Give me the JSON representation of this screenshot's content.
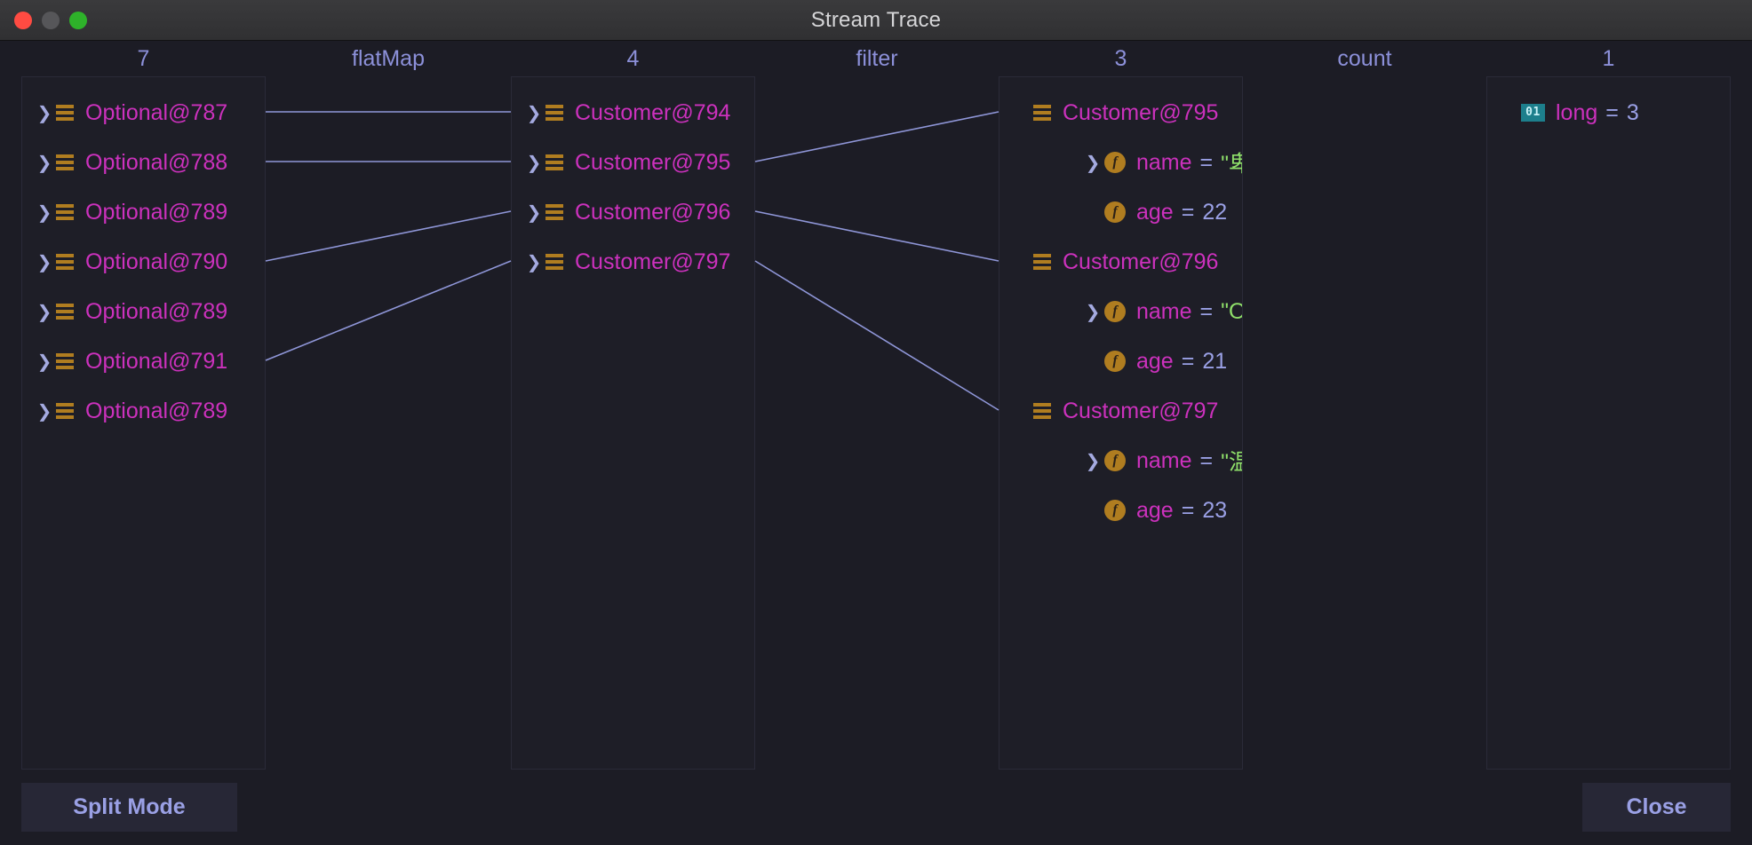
{
  "window": {
    "title": "Stream Trace",
    "traffic_lights": [
      {
        "name": "close",
        "color": "#ff4b42"
      },
      {
        "name": "minimize",
        "color": "#565659"
      },
      {
        "name": "maximize",
        "color": "#2eb22a"
      }
    ]
  },
  "colors": {
    "background": "#1c1c25",
    "panel": "#1e1e27",
    "panel_border": "#2a2a38",
    "header_text": "#8c90d9",
    "reference": "#cc31bd",
    "string_value": "#8fe06a",
    "number_value": "#9aa0e5",
    "object_icon": "#b07d20",
    "primitive_icon": "#1d7f8c",
    "wire": "#8f96d8",
    "button_bg": "#272736",
    "button_text": "#9aa0e5"
  },
  "headers": [
    {
      "label": "7",
      "kind": "count"
    },
    {
      "label": "flatMap",
      "kind": "operation"
    },
    {
      "label": "4",
      "kind": "count"
    },
    {
      "label": "filter",
      "kind": "operation"
    },
    {
      "label": "3",
      "kind": "count"
    },
    {
      "label": "count",
      "kind": "operation"
    },
    {
      "label": "1",
      "kind": "count"
    }
  ],
  "panels": [
    {
      "name": "source-panel",
      "rows": [
        {
          "icon": "object-icon",
          "expandable": true,
          "text": "Optional@787"
        },
        {
          "icon": "object-icon",
          "expandable": true,
          "text": "Optional@788"
        },
        {
          "icon": "object-icon",
          "expandable": true,
          "text": "Optional@789"
        },
        {
          "icon": "object-icon",
          "expandable": true,
          "text": "Optional@790"
        },
        {
          "icon": "object-icon",
          "expandable": true,
          "text": "Optional@789"
        },
        {
          "icon": "object-icon",
          "expandable": true,
          "text": "Optional@791"
        },
        {
          "icon": "object-icon",
          "expandable": true,
          "text": "Optional@789"
        }
      ]
    },
    {
      "name": "flatmap-result-panel",
      "rows": [
        {
          "icon": "object-icon",
          "expandable": true,
          "text": "Customer@794"
        },
        {
          "icon": "object-icon",
          "expandable": true,
          "text": "Customer@795"
        },
        {
          "icon": "object-icon",
          "expandable": true,
          "text": "Customer@796"
        },
        {
          "icon": "object-icon",
          "expandable": true,
          "text": "Customer@797"
        }
      ]
    },
    {
      "name": "filter-result-panel",
      "rows": [
        {
          "icon": "object-icon",
          "expandable": false,
          "text": "Customer@795",
          "indent": 0
        },
        {
          "icon": "field-icon",
          "expandable": true,
          "field": "name",
          "eq": "=",
          "value": "\"卑微的",
          "value_type": "string",
          "indent": 1
        },
        {
          "icon": "field-icon",
          "expandable": false,
          "field": "age",
          "eq": "=",
          "value": "22",
          "value_type": "number",
          "indent": 1
        },
        {
          "icon": "object-icon",
          "expandable": false,
          "text": "Customer@796",
          "indent": 0
        },
        {
          "icon": "field-icon",
          "expandable": true,
          "field": "name",
          "eq": "=",
          "value": "\"OOT\"",
          "value_type": "string",
          "indent": 1
        },
        {
          "icon": "field-icon",
          "expandable": false,
          "field": "age",
          "eq": "=",
          "value": "21",
          "value_type": "number",
          "indent": 1
        },
        {
          "icon": "object-icon",
          "expandable": false,
          "text": "Customer@797",
          "indent": 0
        },
        {
          "icon": "field-icon",
          "expandable": true,
          "field": "name",
          "eq": "=",
          "value": "\"温柔一",
          "value_type": "string",
          "indent": 1
        },
        {
          "icon": "field-icon",
          "expandable": false,
          "field": "age",
          "eq": "=",
          "value": "23",
          "value_type": "number",
          "indent": 1
        }
      ]
    },
    {
      "name": "count-result-panel",
      "rows": [
        {
          "icon": "primitive-icon",
          "icon_label": "01",
          "expandable": false,
          "field": "long",
          "eq": "=",
          "value": "3",
          "value_type": "number",
          "indent": 0
        }
      ]
    }
  ],
  "connections": {
    "flatmap": [
      {
        "from_row": 0,
        "to_row": 0
      },
      {
        "from_row": 1,
        "to_row": 1
      },
      {
        "from_row": 3,
        "to_row": 2
      },
      {
        "from_row": 5,
        "to_row": 3
      }
    ],
    "filter": [
      {
        "from_row": 1,
        "to_row": 0
      },
      {
        "from_row": 2,
        "to_row": 3
      },
      {
        "from_row": 3,
        "to_row": 6
      }
    ],
    "count": []
  },
  "footer": {
    "split_mode_label": "Split Mode",
    "close_label": "Close"
  }
}
